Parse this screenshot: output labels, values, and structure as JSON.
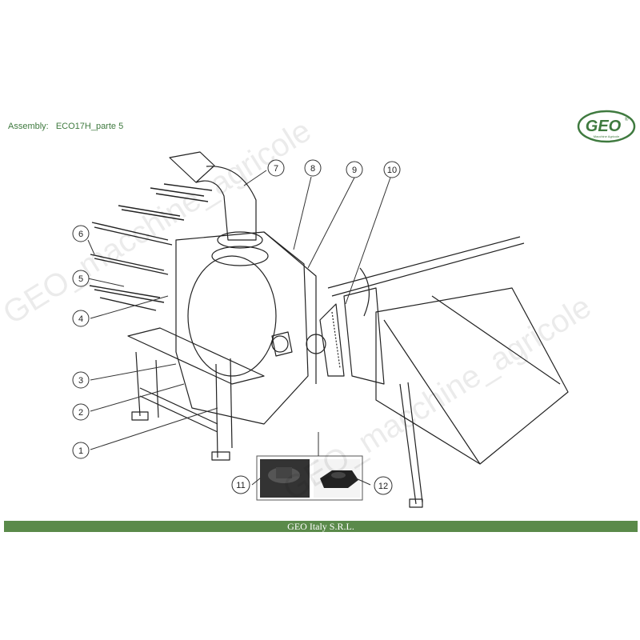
{
  "header": {
    "assembly_label": "Assembly:",
    "assembly_name": "ECO17H_parte 5"
  },
  "logo": {
    "text": "GEO",
    "tagline": "Macchine Agricole",
    "brand_color": "#3f7a3f"
  },
  "callouts": [
    "1",
    "2",
    "3",
    "4",
    "5",
    "6",
    "7",
    "8",
    "9",
    "10",
    "11",
    "12"
  ],
  "watermarks": [
    "GEO_macchine_agricole",
    "GEO_macchine_agricole"
  ],
  "footer": {
    "company": "GEO Italy S.R.L.",
    "bar_color": "#5a8a4a"
  }
}
